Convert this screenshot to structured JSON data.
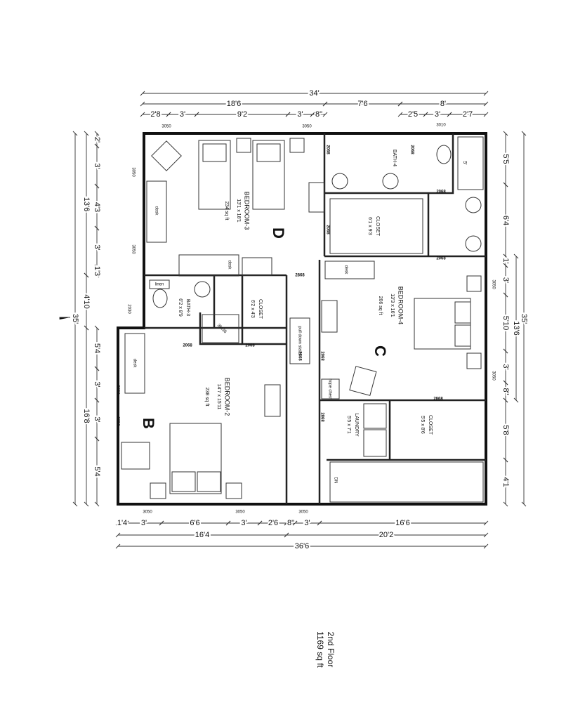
{
  "dims": {
    "top": [
      "34'",
      "18'6",
      "7'6",
      "8'",
      "2'8",
      "3'",
      "9'2",
      "3'",
      "8\"",
      "2'5",
      "3'",
      "2'7"
    ],
    "left": [
      "35'",
      "13'6",
      "4'10",
      "16'8",
      "2'",
      "3'",
      "4'3",
      "3'",
      "1'3",
      "5'4",
      "3'",
      "3'",
      "5'4"
    ],
    "right": [
      "35'",
      "13'6",
      "5'5",
      "6'4",
      "1'",
      "3'",
      "5'10",
      "3'",
      "8\"",
      "5'8",
      "4'1"
    ],
    "bottom": [
      "36'6",
      "16'4",
      "20'2",
      "1'4",
      "3'",
      "6'6",
      "3'",
      "2'6",
      "8\"",
      "3'",
      "16'6"
    ]
  },
  "windows": {
    "top": [
      "3050",
      "3050",
      "3010"
    ],
    "left": [
      "3050",
      "3050",
      "2030",
      "3050",
      "3050"
    ],
    "right": [
      "3050",
      "3050"
    ],
    "bottom": [
      "3050",
      "3050",
      "3050"
    ]
  },
  "doors": [
    "2068",
    "2068",
    "2068",
    "2068",
    "2068",
    "2868",
    "2068",
    "2068",
    "2868",
    "2068",
    "2868",
    "2868"
  ],
  "rooms": {
    "bedroom3": {
      "name": "BEDROOM-3",
      "size": "13'1 x 18'1",
      "area": "234 sq ft",
      "letter": "D"
    },
    "bedroom4": {
      "name": "BEDROOM-4",
      "size": "13'3 x 16'1",
      "area": "206 sq ft",
      "letter": "C"
    },
    "bedroom2": {
      "name": "BEDROOM-2",
      "size": "14'7 x 15'11",
      "area": "238 sq ft",
      "letter": "B"
    },
    "bath4": {
      "name": "BATH-4"
    },
    "bath3": {
      "name": "BATH-3",
      "size": "6'2 x 8'9"
    },
    "closet4": {
      "name": "CLOSET",
      "size": "6'1 x 9'3"
    },
    "closet3": {
      "name": "CLOSET",
      "size": "6'2 x 4'3"
    },
    "laundry": {
      "name": "LAUNDRY",
      "size": "5'5 x 7'1"
    },
    "closet_laundry": {
      "name": "CLOSET",
      "size": "5'5 x 8'6"
    }
  },
  "fixtures": {
    "desk": "desk",
    "linen": "linen",
    "shower": "36x36",
    "pull_down_stairs": "pull down stairs",
    "chest": "hope chest",
    "stairs_dn": "DN",
    "tub": "5'"
  },
  "title": {
    "floor": "2nd Floor",
    "area": "1169 sq ft"
  }
}
